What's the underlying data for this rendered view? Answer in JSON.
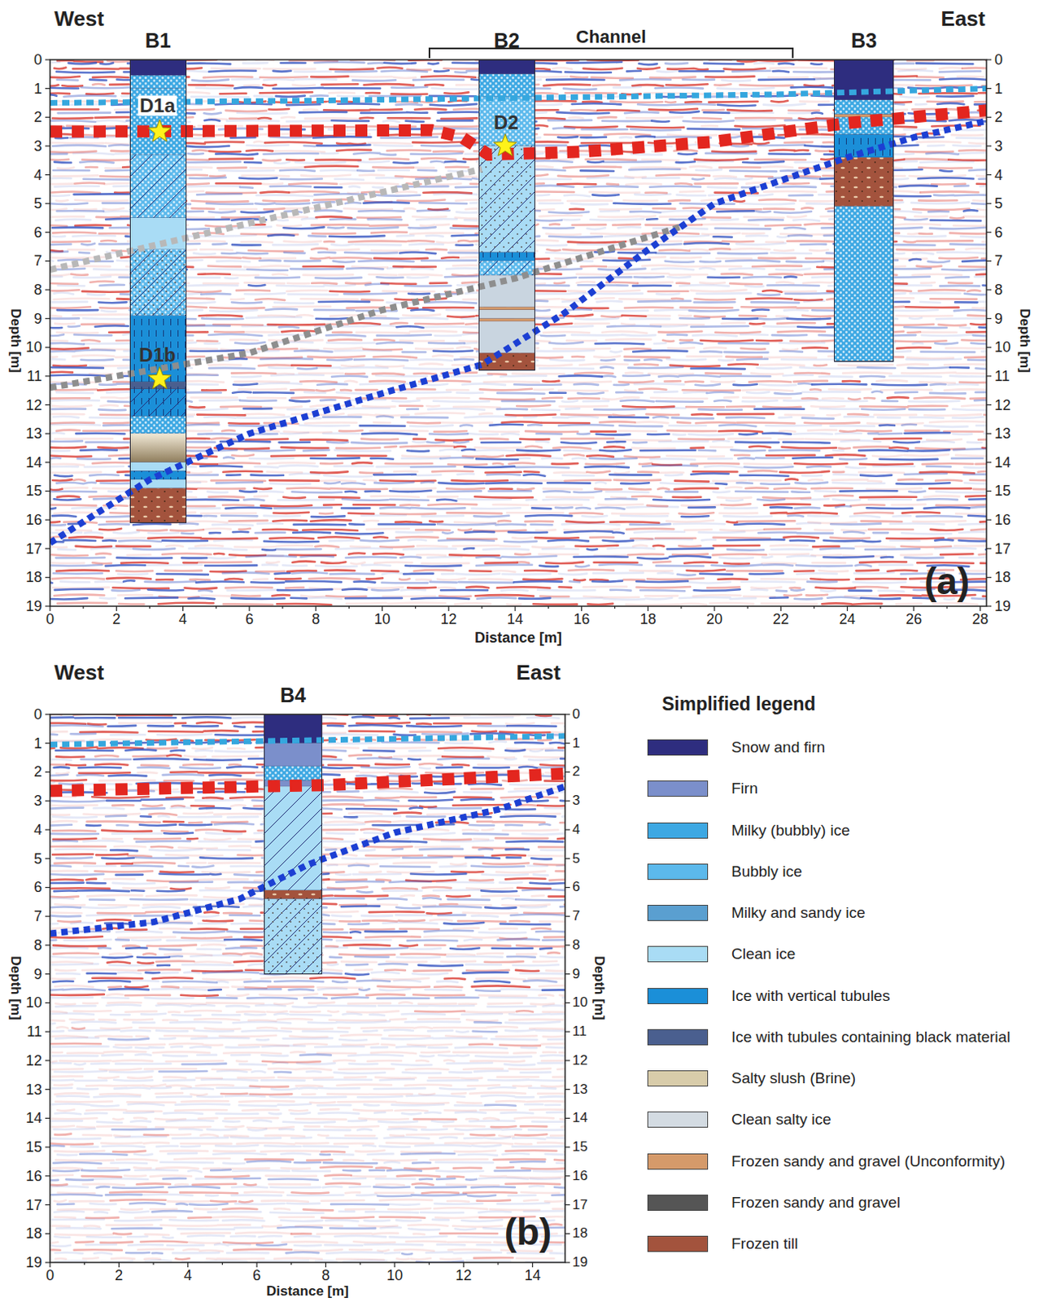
{
  "diagram": {
    "nodes": [
      {
        "text": [
          "B1"
        ]
      },
      {
        "text": [
          "B2"
        ]
      },
      {
        "text": [
          "B3"
        ]
      },
      {
        "text": [
          "B4"
        ]
      }
    ],
    "labels": [
      "West",
      "East",
      "Channel",
      "D1a",
      "D2",
      "D1b",
      "(a)",
      "0",
      "1",
      "2",
      "3",
      "4",
      "5",
      "6",
      "7",
      "8",
      "9",
      "10",
      "11",
      "12",
      "13",
      "14",
      "15",
      "16",
      "17",
      "18",
      "19",
      "0",
      "1",
      "2",
      "3",
      "4",
      "5",
      "6",
      "7",
      "8",
      "9",
      "10",
      "11",
      "12",
      "13",
      "14",
      "15",
      "16",
      "17",
      "18",
      "19",
      "Depth [m]",
      "Depth [m]",
      "0",
      "2",
      "4",
      "6",
      "8",
      "10",
      "12",
      "14",
      "16",
      "18",
      "20",
      "22",
      "24",
      "26",
      "28",
      "Distance [m]",
      "West",
      "East",
      "(b)",
      "0",
      "1",
      "2",
      "3",
      "4",
      "5",
      "6",
      "7",
      "8",
      "9",
      "10",
      "11",
      "12",
      "13",
      "14",
      "15",
      "16",
      "17",
      "18",
      "19",
      "0",
      "1",
      "2",
      "3",
      "4",
      "5",
      "6",
      "7",
      "8",
      "9",
      "10",
      "11",
      "12",
      "13",
      "14",
      "15",
      "16",
      "17",
      "18",
      "19",
      "Depth [m]",
      "Depth [m]",
      "0",
      "2",
      "4",
      "6",
      "8",
      "10",
      "12",
      "14",
      "Distance [m]",
      "Simplified legend"
    ],
    "legend": [
      {
        "text": "Snow and firn",
        "color": "#2e2d7f"
      },
      {
        "text": "Firn",
        "color": "#7b8fcb"
      },
      {
        "text": "Milky (bubbly) ice",
        "color": "#3da8e3"
      },
      {
        "text": "Bubbly ice",
        "color": "#5cb9ec"
      },
      {
        "text": "Milky and sandy ice",
        "color": "#5a9fd0"
      },
      {
        "text": "Clean ice",
        "color": "#a9dcf5"
      },
      {
        "text": "Ice with vertical tubules",
        "color": "#1b8fd8"
      },
      {
        "text": "Ice with tubules containing black material",
        "color": "#4a5f8f"
      },
      {
        "text": "Salty slush (Brine)",
        "color": "#d8ccaa"
      },
      {
        "text": "Clean salty ice",
        "color": "#d3dbe2"
      },
      {
        "text": "Frozen sandy and gravel (Unconformity)",
        "color": "#d59a6a"
      },
      {
        "text": "Frozen sandy and gravel",
        "color": "#555555"
      },
      {
        "text": "Frozen till",
        "color": "#a3533d"
      }
    ]
  }
}
